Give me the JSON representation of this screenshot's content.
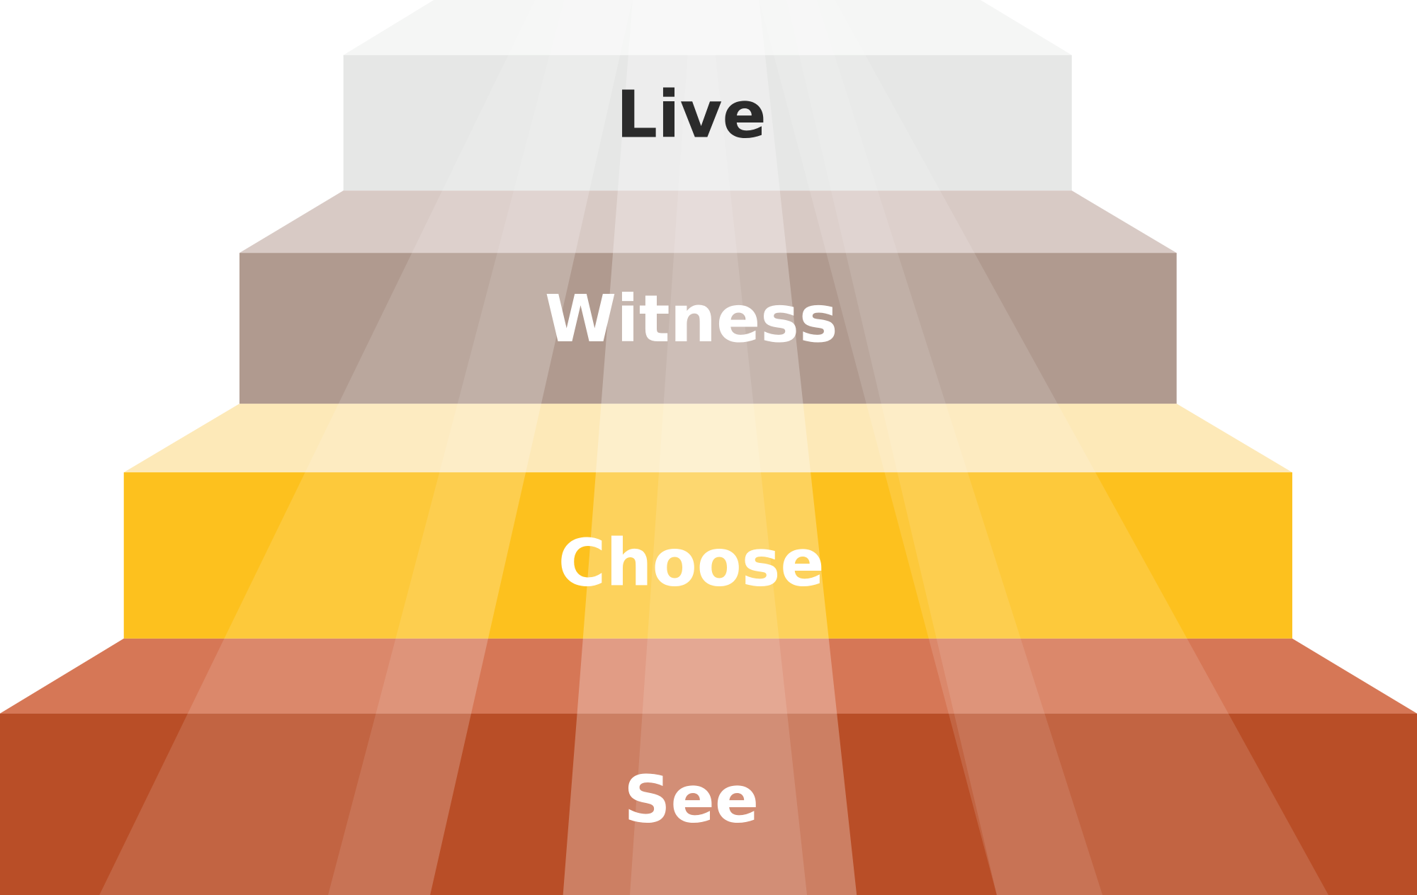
{
  "steps": [
    {
      "label": "Live",
      "front": "#e6e7e6",
      "top": "#f5f6f5",
      "text_color": "#2b2b2b"
    },
    {
      "label": "Witness",
      "front": "#b09a8f",
      "top": "#d8cac5",
      "text_color": "#ffffff"
    },
    {
      "label": "Choose",
      "front": "#fdc11e",
      "top": "#fde9b8",
      "text_color": "#ffffff"
    },
    {
      "label": "See",
      "front": "#b94e27",
      "top": "#d67756",
      "text_color": "#ffffff"
    }
  ]
}
